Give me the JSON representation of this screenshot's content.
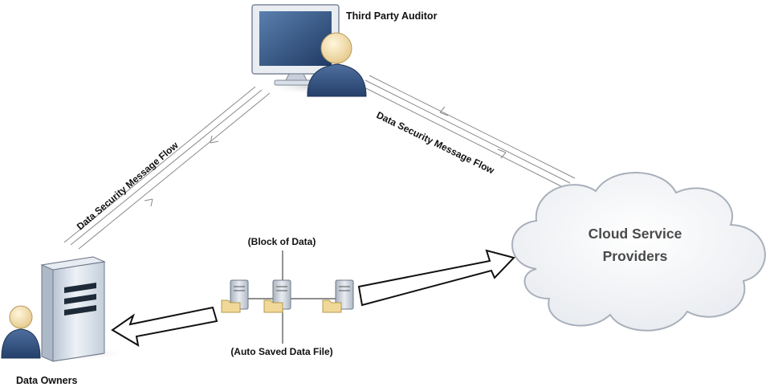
{
  "labels": {
    "auditor": "Third Party Auditor",
    "owners": "Data Owners",
    "flow_left": "Data Security Message Flow",
    "flow_right": "Data Security Message Flow",
    "block": "(Block of Data)",
    "auto": "(Auto Saved Data File)",
    "cloud_line1": "Cloud Service",
    "cloud_line2": "Providers"
  },
  "icons": {
    "auditor": "monitor-with-user-icon",
    "owners": "server-tower-with-user-icon",
    "cloud": "cloud-icon",
    "data_blocks": "small-server-with-folder-icon"
  },
  "colors": {
    "user_body": "#3b5a88",
    "user_head": "#f3dca8",
    "cloud_fill": "#f1f3f7",
    "cloud_stroke": "#a9b0bb",
    "tower": "#dde4ee"
  }
}
